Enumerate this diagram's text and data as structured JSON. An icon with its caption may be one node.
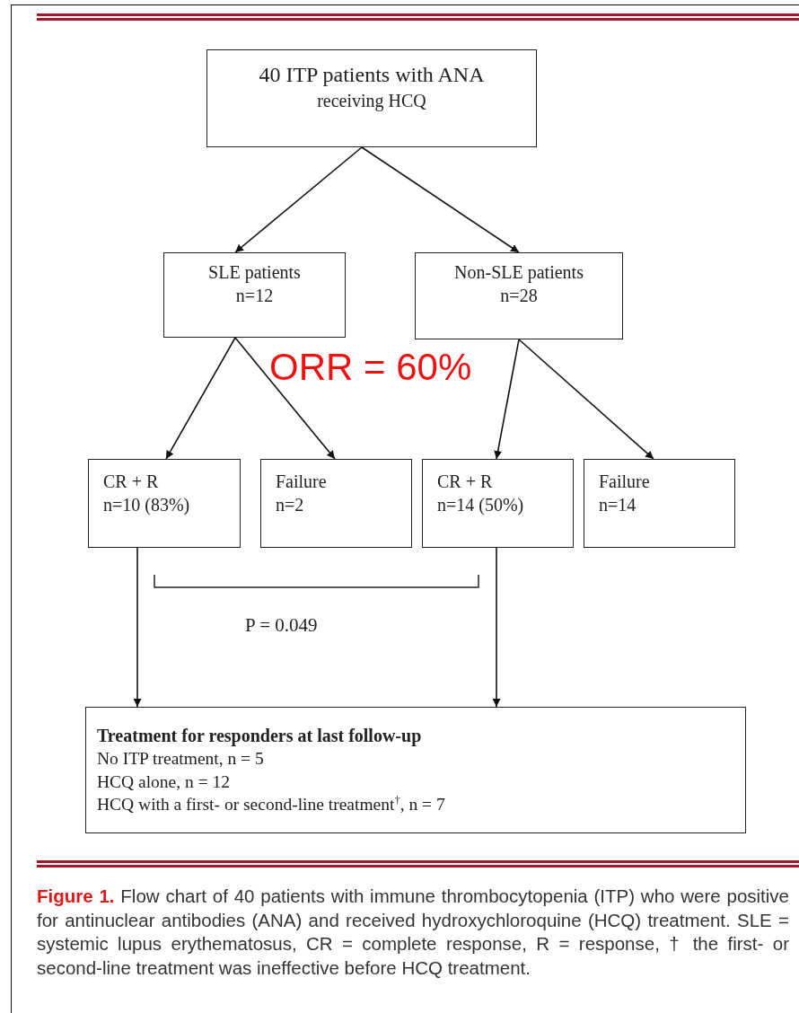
{
  "diagram": {
    "caption": "**Figure 1.** Flow chart of 40 patients with immune thrombocytopenia (ITP) who were positive for antinuclear antibodies (ANA) and received hydroxychloroquine (HCQ) treatment. SLE = systemic lupus erythematosus, CR = complete response, R = response, † the first- or second-line treatment was ineffective before HCQ treatment.",
    "nodes": [
      {
        "text": [
          "40 ITP patients with ANA",
          "receiving HCQ"
        ]
      },
      {
        "text": [
          "SLE patients",
          "n=12"
        ]
      },
      {
        "text": [
          "Non-SLE patients",
          "n=28"
        ]
      },
      {
        "text": [
          "CR + R",
          "n=10 (83%)"
        ]
      },
      {
        "text": [
          "Failure",
          "n=2"
        ]
      },
      {
        "text": [
          "CR + R",
          "n=14 (50%)"
        ]
      },
      {
        "text": [
          "Failure",
          "n=14"
        ]
      },
      {
        "text": [
          "Treatment for responders at last follow-up",
          "No ITP treatment, n = 5",
          "HCQ alone, n = 12",
          "HCQ with a first- or second-line treatment$^{†}$, n = 7"
        ]
      }
    ],
    "edges": [
      {
        "from": 0,
        "to": 1,
        "arrow": "to"
      },
      {
        "from": 0,
        "to": 2,
        "arrow": "to"
      },
      {
        "from": 1,
        "to": 3,
        "arrow": "to"
      },
      {
        "from": 1,
        "to": 4,
        "arrow": "to"
      },
      {
        "from": 2,
        "to": 5,
        "arrow": "to"
      },
      {
        "from": 2,
        "to": 6,
        "arrow": "to"
      },
      {
        "from": 3,
        "to": 7,
        "arrow": "to"
      },
      {
        "from": 5,
        "to": 7,
        "arrow": "to"
      }
    ],
    "labels": [
      "ORR = 60%",
      "P = 0.049"
    ]
  }
}
